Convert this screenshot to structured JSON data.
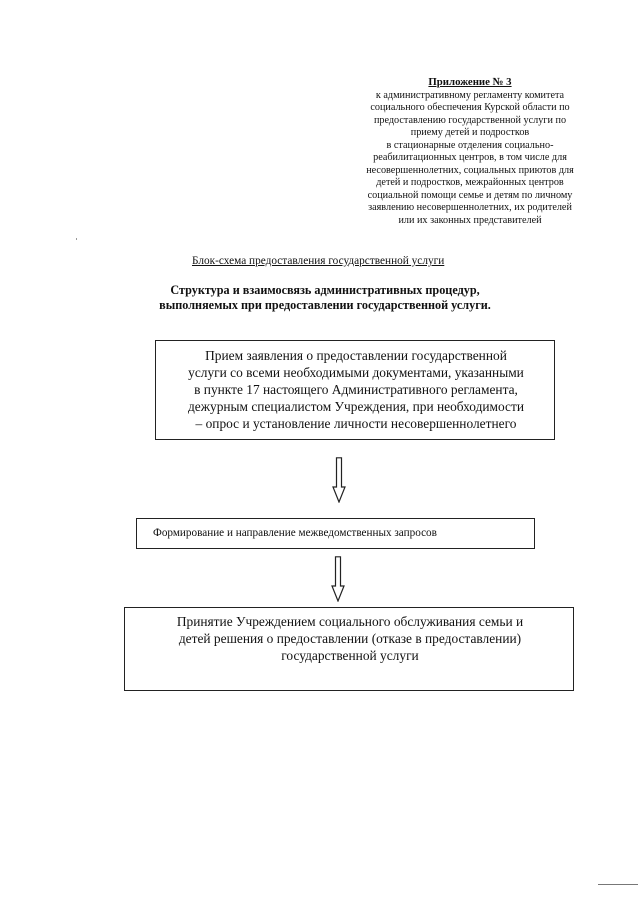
{
  "appendix": {
    "title": "Приложение № 3",
    "lines": [
      "к административному регламенту комитета",
      "социального обеспечения Курской области по",
      "предоставлению государственной услуги по",
      "приему детей и подростков",
      "в стационарные отделения социально-",
      "реабилитационных центров, в том числе для",
      "несовершеннолетних, социальных приютов для",
      "детей и подростков, межрайонных центров",
      "социальной помощи семье и детям по личному",
      "заявлению несовершеннолетних, их родителей",
      "или их законных представителей"
    ]
  },
  "scheme_title": "Блок-схема предоставления государственной услуги",
  "structure_title": {
    "line1": "Структура и взаимосвязь административных процедур,",
    "line2": "выполняемых при предоставлении государственной услуги."
  },
  "steps": {
    "step1": [
      "Прием заявления о предоставлении государственной",
      "услуги со всеми необходимыми документами, указанными",
      "в пункте 17 настоящего Административного регламента,",
      "дежурным специалистом Учреждения, при необходимости",
      "– опрос и установление личности несовершеннолетнего"
    ],
    "step2": "Формирование и направление межведомственных запросов",
    "step3": [
      "Принятие Учреждением социального обслуживания семьи и",
      "детей решения о предоставлении (отказе в предоставлении)",
      "государственной услуги"
    ]
  }
}
